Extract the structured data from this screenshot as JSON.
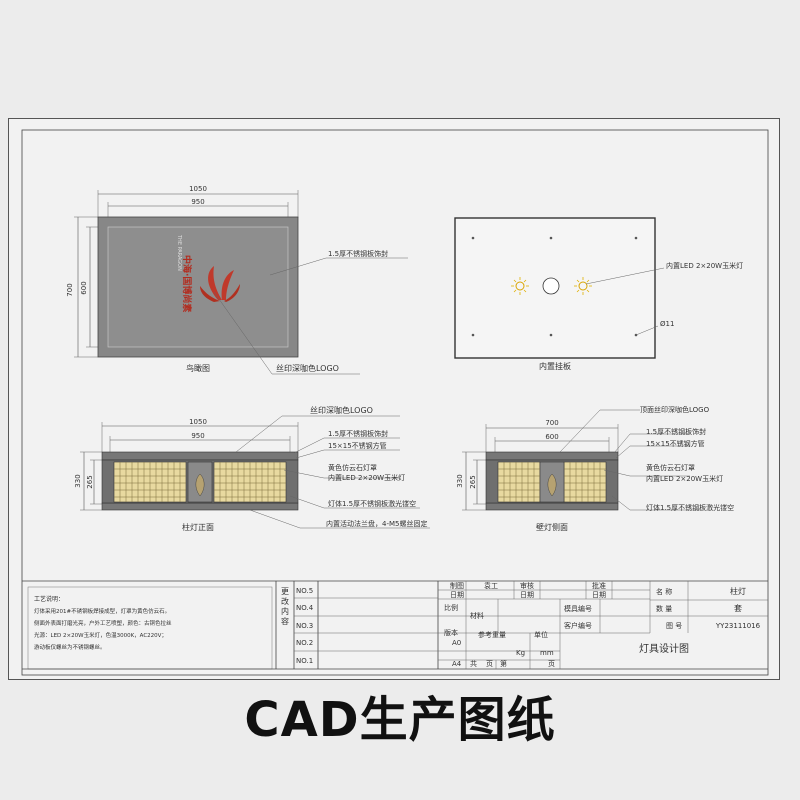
{
  "top_view": {
    "dim_outer_w": "1050",
    "dim_inner_w": "950",
    "dim_outer_h": "700",
    "dim_inner_h": "600",
    "brand_en": "THE PARAGON",
    "brand_cn": "中海·国博尚素",
    "note_cover": "1.5厚不锈钢板饰封",
    "note_logo": "丝印深咖色LOGO",
    "caption": "鸟瞰图"
  },
  "hang_plate": {
    "note_led": "内置LED 2×20W玉米灯",
    "note_hole": "Ø11",
    "caption": "内置挂板"
  },
  "front_view": {
    "dim_outer_w": "1050",
    "dim_inner_w": "950",
    "dim_outer_h": "330",
    "dim_inner_h": "265",
    "note_logo": "丝印深咖色LOGO",
    "note_cover": "1.5厚不锈钢板饰封",
    "note_tube": "15×15不锈钢方管",
    "note_shade1": "黄色仿云石灯罩",
    "note_shade2": "内置LED 2×20W玉米灯",
    "note_body": "灯体1.5厚不锈钢板激光镂空",
    "note_flange": "内置活动法兰盘，4-M5螺丝固定",
    "caption": "柱灯正面"
  },
  "side_view": {
    "dim_outer_w": "700",
    "dim_inner_w": "600",
    "dim_outer_h": "330",
    "dim_inner_h": "265",
    "note_logo": "顶面丝印深咖色LOGO",
    "note_cover": "1.5厚不锈钢板饰封",
    "note_tube": "15×15不锈钢方管",
    "note_shade1": "黄色仿云石灯罩",
    "note_shade2": "内置LED 2×20W玉米灯",
    "note_body": "灯体1.5厚不锈钢板激光镂空",
    "caption": "壁灯侧面"
  },
  "process_notes": {
    "title": "工艺说明：",
    "lines": [
      "灯体采用201#不锈钢板焊接成型，灯罩为黄色仿云石。",
      "侧面外表面打磨光亮，户外工艺喷塑，颜色：古铜色拉丝",
      "光源：LED 2×20W玉米灯，色温3000K，AC220V；",
      "游动板仅螺丝为不锈钢螺丝。"
    ]
  },
  "revisions": {
    "label": "更改内容",
    "rows": [
      "NO.5",
      "NO.4",
      "NO.3",
      "NO.2",
      "NO.1"
    ]
  },
  "title_block": {
    "zhitu": "制图",
    "zhitu_val": "袁工",
    "shenhe": "审核",
    "pizhun": "批准",
    "riqi": "日期",
    "bili": "比例",
    "cailiao": "材料",
    "banben": "版本",
    "banben_val": "A0",
    "cankao": "参考重量",
    "danwei": "单位",
    "kg": "Kg",
    "mm": "mm",
    "A4": "A4",
    "gong": "共",
    "ye": "页",
    "di": "第",
    "mojubianhao": "模具编号",
    "kehubianhao": "客户编号",
    "name_label": "名 称",
    "name_val": "柱灯",
    "qty_label": "数 量",
    "qty_val": "套",
    "drawing_label": "图 号",
    "drawing_val": "YY23111016",
    "title": "灯具设计图"
  },
  "footer_caption": "CAD生产图纸"
}
